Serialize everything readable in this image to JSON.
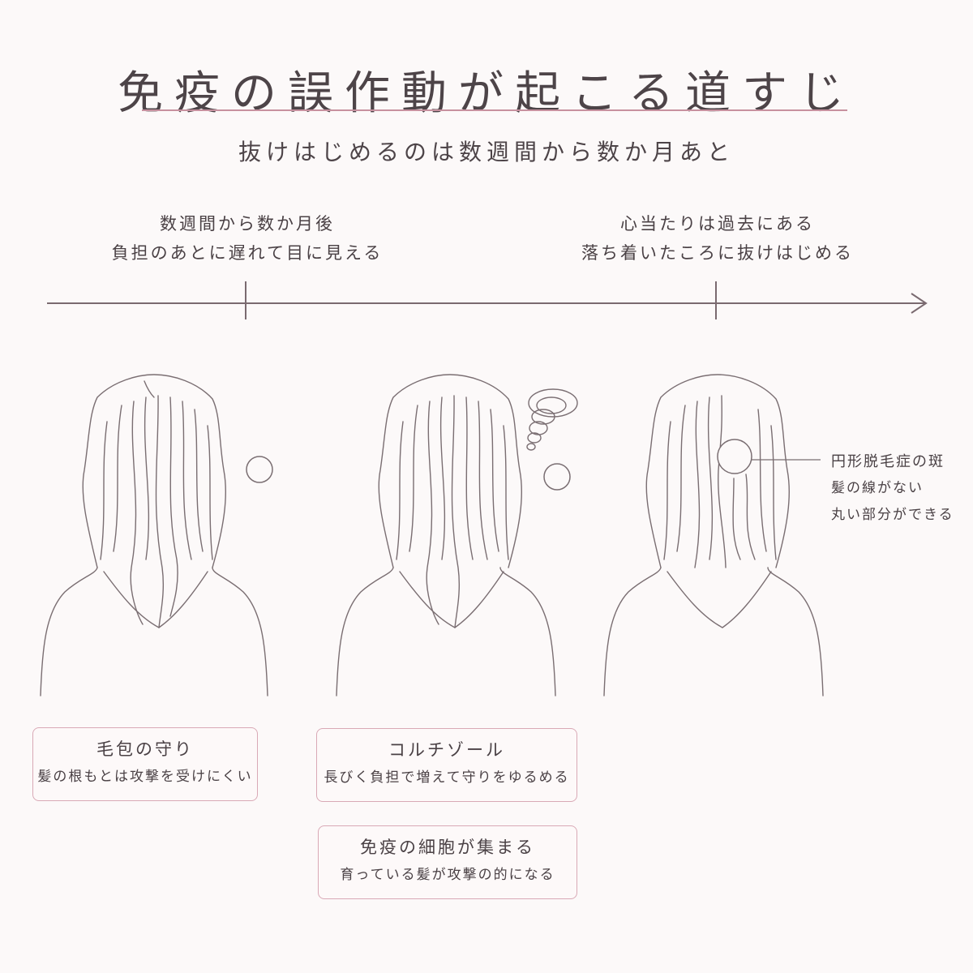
{
  "title": "免疫の誤作動が起こる道すじ",
  "subtitle": "抜けはじめるのは数週間から数か月あと",
  "timeline": {
    "left": {
      "line1": "数週間から数か月後",
      "line2": "負担のあとに遅れて目に見える"
    },
    "right": {
      "line1": "心当たりは過去にある",
      "line2": "落ち着いたころに抜けはじめる"
    }
  },
  "annotation": {
    "heading": "円形脱毛症の斑",
    "line1": "髪の線がない",
    "line2": "丸い部分ができる"
  },
  "cards": [
    {
      "heading": "毛包の守り",
      "detail": "髪の根もとは攻撃を受けにくい"
    },
    {
      "heading": "コルチゾール",
      "detail": "長びく負担で増えて守りをゆるめる"
    },
    {
      "heading": "免疫の細胞が集まる",
      "detail": "育っている髪が攻撃の的になる"
    }
  ],
  "colors": {
    "line": "#7a6a70",
    "accent": "#c7919f",
    "card_border": "#d9a9b6",
    "background": "#fcf9f9"
  }
}
